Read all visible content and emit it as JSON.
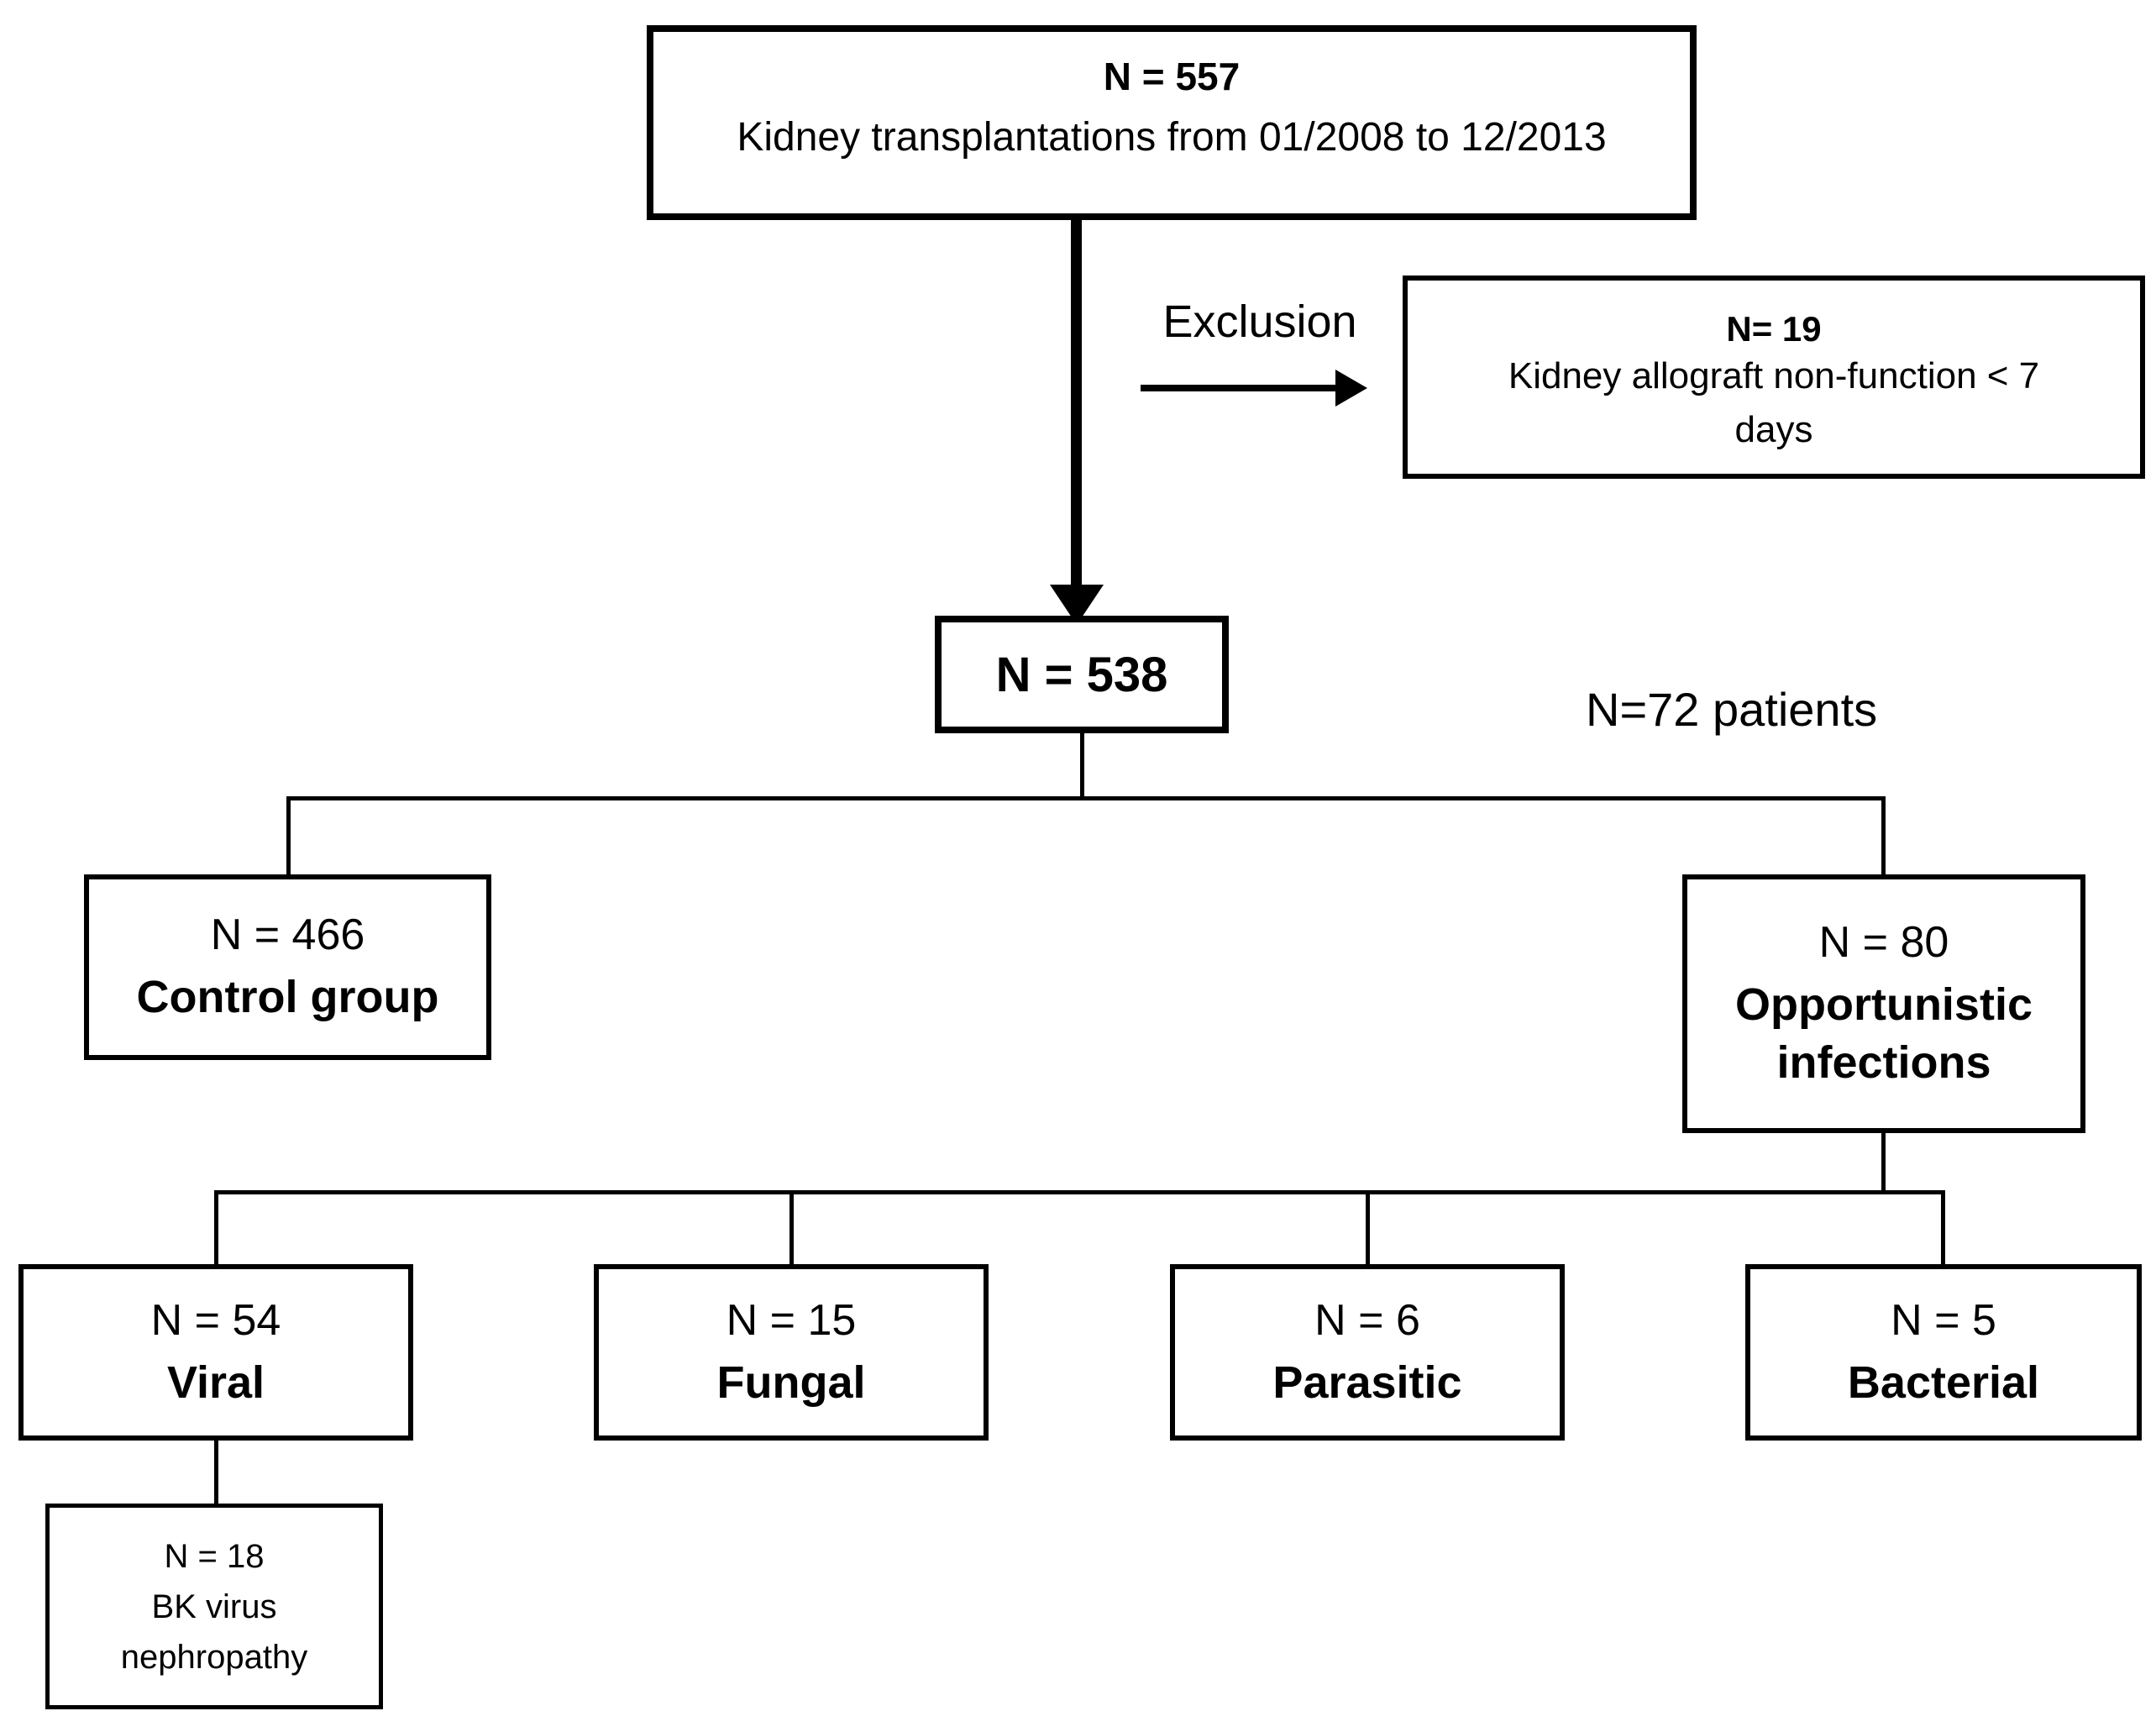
{
  "diagram": {
    "top_box": {
      "n": "N = 557",
      "label": "Kidney transplantations from 01/2008 to 12/2013"
    },
    "exclusion": {
      "arrow_label": "Exclusion",
      "box": {
        "n": "N= 19",
        "line1": "Kidney allograft non-function < 7",
        "line2": "days"
      }
    },
    "included_box": {
      "n": "N = 538"
    },
    "patients_note": "N=72 patients",
    "control_box": {
      "n": "N = 466",
      "label": "Control group"
    },
    "opportunistic_box": {
      "n": "N = 80",
      "line1": "Opportunistic",
      "line2": "infections"
    },
    "subgroup_boxes": [
      {
        "n": "N = 54",
        "label": "Viral"
      },
      {
        "n": "N = 15",
        "label": "Fungal"
      },
      {
        "n": "N = 6",
        "label": "Parasitic"
      },
      {
        "n": "N = 5",
        "label": "Bacterial"
      }
    ],
    "bk_box": {
      "n": "N = 18",
      "line1": "BK virus",
      "line2": "nephropathy"
    }
  },
  "colors": {
    "line": "#000000",
    "background": "#ffffff",
    "text": "#000000"
  }
}
